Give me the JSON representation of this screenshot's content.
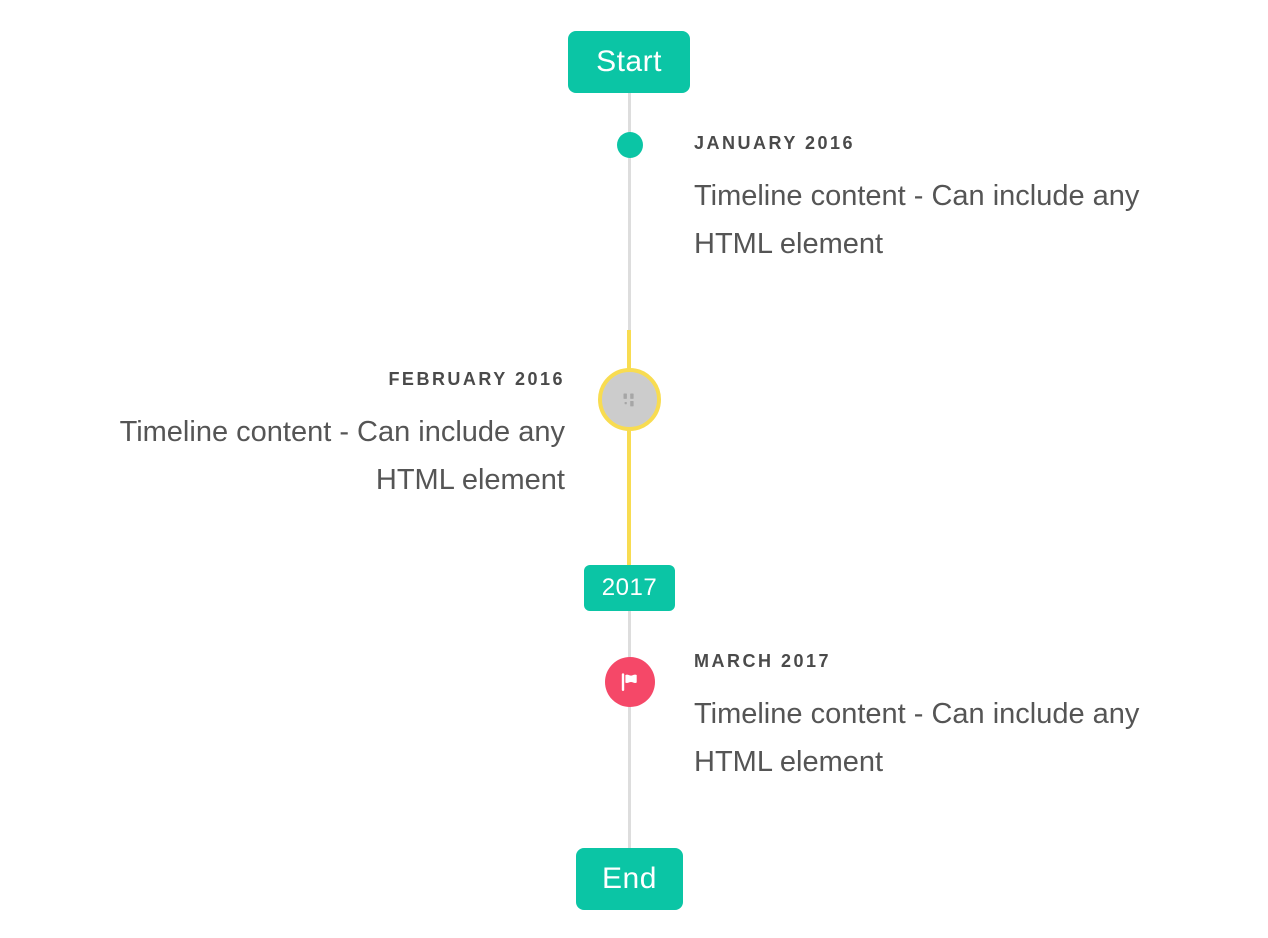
{
  "colors": {
    "teal": "#0bc5a5",
    "yellow": "#f8dc51",
    "red": "#f54868",
    "line": "#dddddd",
    "circle_fill": "#cccccc",
    "broken_icon": "#a6a6a6",
    "title_text": "#4a4a4a",
    "body_text": "#555555",
    "flag_text": "#ffffff"
  },
  "timeline": {
    "start_flag": "Start",
    "year_flag": "2017",
    "end_flag": "End",
    "entries": [
      {
        "title": "JANUARY 2016",
        "content": "Timeline content - Can include any HTML element",
        "side": "right",
        "marker": "teal-dot"
      },
      {
        "title": "FEBRUARY 2016",
        "content": "Timeline content - Can include any HTML element",
        "side": "left",
        "marker": "gray-circle-yellow-ring-broken-image"
      },
      {
        "title": "MARCH 2017",
        "content": "Timeline content - Can include any HTML element",
        "side": "right",
        "marker": "red-flag-circle"
      }
    ]
  }
}
